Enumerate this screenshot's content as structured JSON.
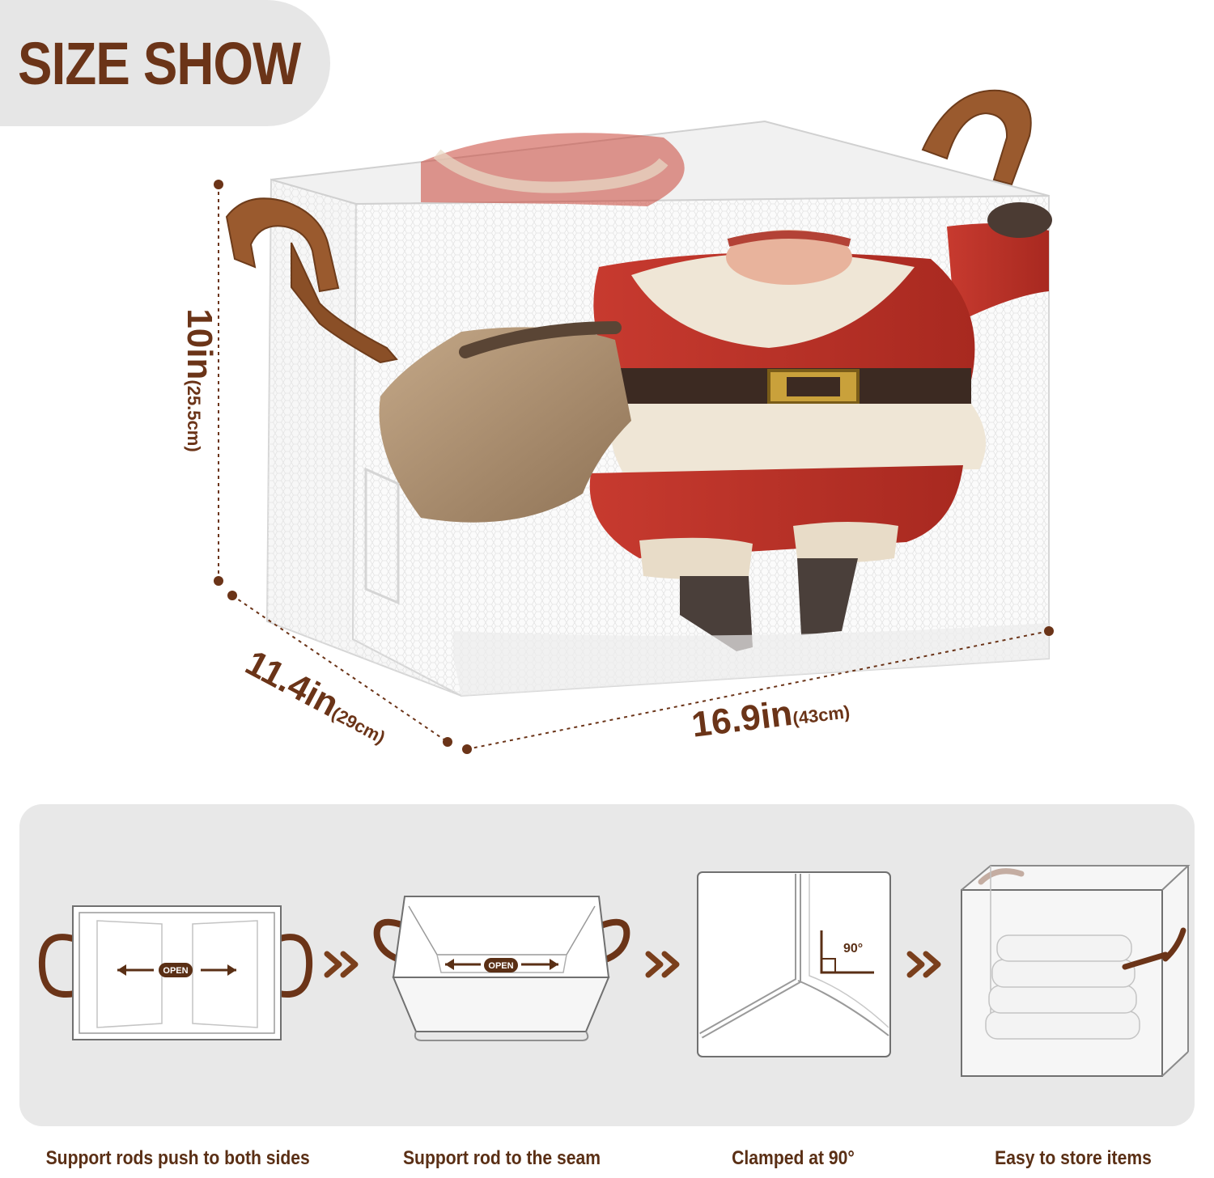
{
  "title": "SIZE SHOW",
  "dimensions": {
    "height": {
      "main": "10in",
      "sub": "(25.5cm)"
    },
    "depth": {
      "main": "11.4in",
      "sub": "(29cm)"
    },
    "width": {
      "main": "16.9in",
      "sub": "(43cm)"
    }
  },
  "steps": [
    {
      "caption": "Support rods push to both sides",
      "badge": "OPEN"
    },
    {
      "caption": "Support rod to the seam",
      "badge": "OPEN"
    },
    {
      "caption": "Clamped at 90°",
      "badge": "90°"
    },
    {
      "caption": "Easy to store items"
    }
  ],
  "colors": {
    "accent": "#6b3418",
    "leather": "#9a5a2e",
    "panel": "#e8e8e8",
    "santa_red": "#c0342b"
  },
  "icons": [
    "double-chevron-right-icon",
    "double-chevron-right-icon",
    "double-chevron-right-icon"
  ]
}
